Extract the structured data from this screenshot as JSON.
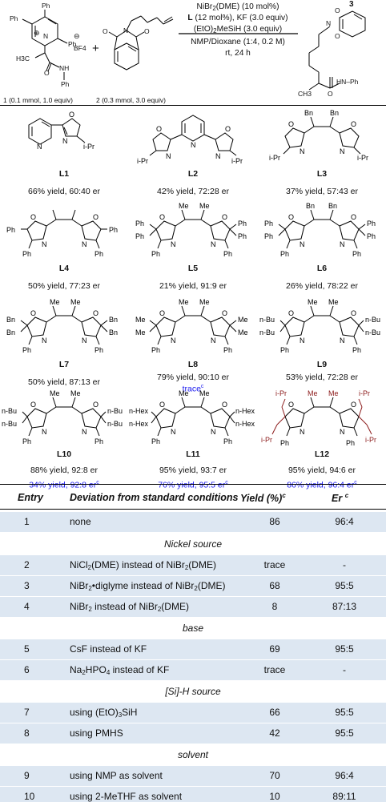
{
  "scheme": {
    "reagent1": "1 (0.1 mmol, 1.0 equiv)",
    "reagent2": "2 (0.3 mmol, 3.0 equiv)",
    "product_number": "3",
    "conditions": [
      "NiBr2(DME) (10 mol%)",
      "L (12 mol%), KF (3.0 equiv)",
      "(EtO)2MeSiH (3.0 equiv)",
      "NMP/Dioxane (1:4, 0.2 M)",
      "rt, 24 h"
    ],
    "atoms": {
      "ph": "Ph",
      "bf4": "BF4",
      "h3c": "H3C",
      "nh": "NH",
      "n": "N",
      "o": "O",
      "hn_ph": "HN–Ph",
      "ch3": "CH3",
      "oplus": "⊕",
      "ominus": "⊖"
    }
  },
  "ligands": [
    {
      "name": "L1",
      "result": "66% yield, 60:40 er",
      "result2": ""
    },
    {
      "name": "L2",
      "result": "42% yield, 72:28 er",
      "result2": ""
    },
    {
      "name": "L3",
      "result": "37% yield, 57:43 er",
      "result2": ""
    },
    {
      "name": "L4",
      "result": "50% yield, 77:23 er",
      "result2": ""
    },
    {
      "name": "L5",
      "result": "21% yield, 91:9 er",
      "result2": ""
    },
    {
      "name": "L6",
      "result": "26% yield, 78:22 er",
      "result2": ""
    },
    {
      "name": "L7",
      "result": "50% yield, 87:13 er",
      "result2": ""
    },
    {
      "name": "L8",
      "result": "79% yield, 90:10 er",
      "result2": "trace",
      "sup2": "c"
    },
    {
      "name": "L9",
      "result": "53% yield, 72:28 er",
      "result2": ""
    },
    {
      "name": "L10",
      "result": "88% yield, 92:8 er",
      "result2": "34% yield, 92:8 er",
      "sup2": "c"
    },
    {
      "name": "L11",
      "result": "95% yield, 93:7 er",
      "result2": "76% yield, 95:5 er",
      "sup2": "c"
    },
    {
      "name": "L12",
      "result": "95% yield, 94:6 er",
      "result2": "86% yield, 96:4 er",
      "sup2": "c"
    }
  ],
  "ligand_atoms": {
    "o": "O",
    "n": "N",
    "ipr": "i-Pr",
    "me": "Me",
    "bn": "Bn",
    "ph": "Ph",
    "nbu": "n-Bu",
    "nhex": "n-Hex"
  },
  "table": {
    "headers": {
      "entry": "Entry",
      "deviation": "Deviation from standard conditions",
      "yield": "Yield (%)",
      "yield_sup": "c",
      "er": "Er",
      "er_sup": "c"
    },
    "rows": [
      {
        "entry": "1",
        "deviation": "none",
        "yield": "86",
        "er": "96:4"
      },
      {
        "section": "Nickel source"
      },
      {
        "entry": "2",
        "deviation": "NiCl2(DME) instead of NiBr2(DME)",
        "yield": "trace",
        "er": "-"
      },
      {
        "entry": "3",
        "deviation": "NiBr2•diglyme instead of NiBr2(DME)",
        "yield": "68",
        "er": "95:5"
      },
      {
        "entry": "4",
        "deviation": "NiBr2 instead of NiBr2(DME)",
        "yield": "8",
        "er": "87:13"
      },
      {
        "section": "base"
      },
      {
        "entry": "5",
        "deviation": "CsF instead of KF",
        "yield": "69",
        "er": "95:5"
      },
      {
        "entry": "6",
        "deviation": "Na2HPO4 instead of KF",
        "yield": "trace",
        "er": "-"
      },
      {
        "section": "[Si]-H source"
      },
      {
        "entry": "7",
        "deviation": "using (EtO)3SiH",
        "yield": "66",
        "er": "95:5"
      },
      {
        "entry": "8",
        "deviation": "using PMHS",
        "yield": "42",
        "er": "95:5"
      },
      {
        "section": "solvent"
      },
      {
        "entry": "9",
        "deviation": "using NMP as solvent",
        "yield": "70",
        "er": "96:4"
      },
      {
        "entry": "10",
        "deviation": "using 2-MeTHF as solvent",
        "yield": "10",
        "er": "89:11"
      }
    ]
  },
  "colors": {
    "highlight": "#8b1a1a",
    "blue": "#1a1aee",
    "shade": "#dde7f2"
  }
}
